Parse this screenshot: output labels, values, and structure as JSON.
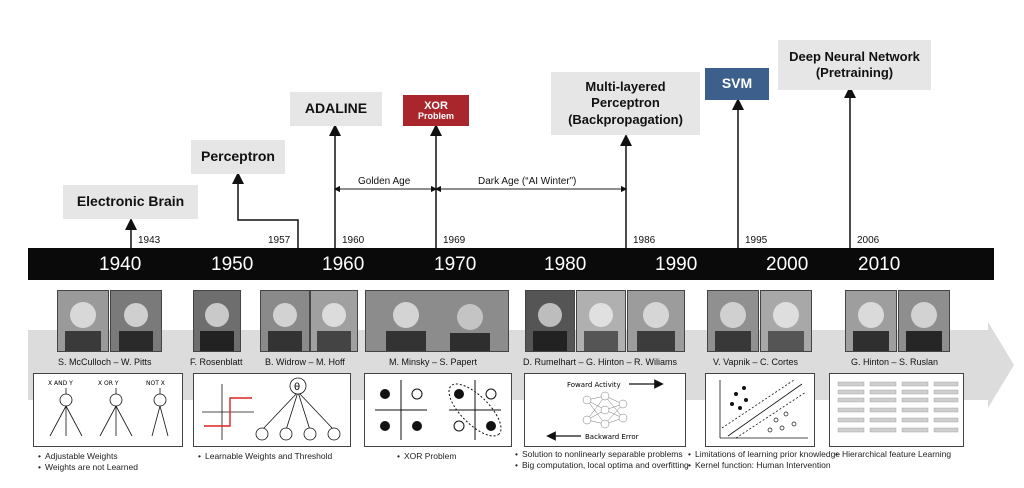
{
  "milestones": [
    {
      "label": "Electronic Brain",
      "year": "1943"
    },
    {
      "label": "Perceptron",
      "year": "1957"
    },
    {
      "label": "ADALINE",
      "year": "1960"
    },
    {
      "label_line1": "XOR",
      "label_line2": "Problem",
      "year": "1969",
      "color": "#a8262c"
    },
    {
      "label": "Multi-layered Perceptron (Backpropagation)",
      "year": "1986"
    },
    {
      "label": "SVM",
      "year": "1995",
      "color": "#3d5f8c"
    },
    {
      "label": "Deep Neural Network (Pretraining)",
      "year": "2006"
    }
  ],
  "periods": {
    "golden": "Golden Age",
    "dark": "Dark Age (“AI Winter”)"
  },
  "decades": [
    "1940",
    "1950",
    "1960",
    "1970",
    "1980",
    "1990",
    "2000",
    "2010"
  ],
  "people": [
    "S. McCulloch – W. Pitts",
    "F. Rosenblatt",
    "B. Widrow – M. Hoff",
    "M. Minsky – S. Papert",
    "D. Rumelhart – G. Hinton – R. Wiliams",
    "V. Vapnik – C. Cortes",
    "G. Hinton – S. Ruslan"
  ],
  "panels": {
    "logic": {
      "headers": [
        "X AND Y",
        "X OR Y",
        "NOT X"
      ],
      "bullets": [
        "Adjustable Weights",
        "Weights are not Learned"
      ]
    },
    "perceptron": {
      "theta": "θ",
      "bullets": [
        "Learnable Weights  and Threshold"
      ]
    },
    "xor": {
      "bullets": [
        "XOR Problem"
      ]
    },
    "backprop": {
      "forward": "Foward Activity",
      "backward": "Backward Error",
      "bullets": [
        "Solution to nonlinearly separable problems",
        "Big computation, local optima and overfitting"
      ]
    },
    "svm": {
      "bullets": [
        "Limitations of learning prior knowledge",
        "Kernel function: Human Intervention"
      ]
    },
    "dnn": {
      "bullets": [
        "Hierarchical feature Learning"
      ]
    }
  },
  "colors": {
    "bar": "#0a0a0a",
    "band": "#dcdcdc",
    "box": "#e6e6e6"
  }
}
